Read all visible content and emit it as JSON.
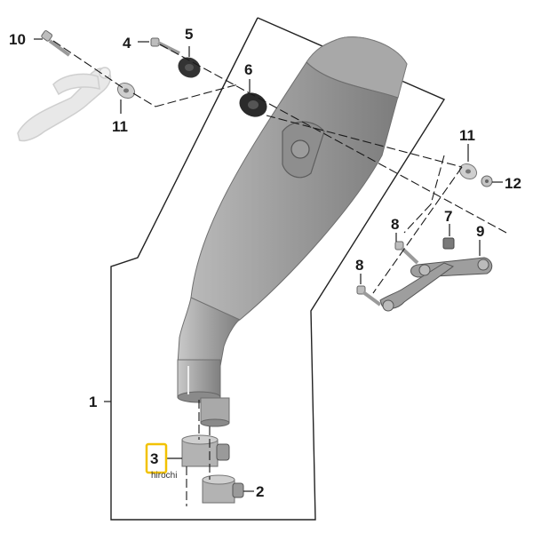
{
  "callouts": {
    "c1": "1",
    "c2": "2",
    "c3": "3",
    "c4": "4",
    "c5": "5",
    "c6": "6",
    "c7": "7",
    "c8a": "8",
    "c8b": "8",
    "c9": "9",
    "c10": "10",
    "c11a": "11",
    "c11b": "11",
    "c12": "12"
  },
  "watermark": "hirochi",
  "colors": {
    "muffler": "#9a9a9a",
    "muffler_dark": "#7d7d7d",
    "line": "#1a1a1a",
    "ghost_part": "#e6e6e6",
    "highlight_box": "#f2c200"
  }
}
